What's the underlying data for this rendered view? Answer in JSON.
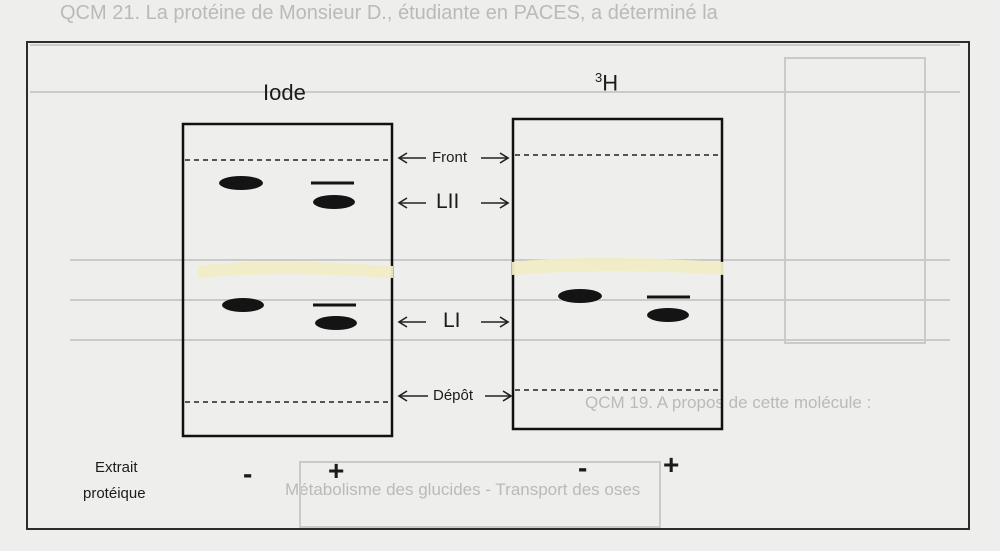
{
  "panels": {
    "left_title": "Iode",
    "right_title_sup": "3",
    "right_title": "H"
  },
  "markers": {
    "front": "Front",
    "lii": "LII",
    "li": "LI",
    "depot": "Dépôt"
  },
  "extract": {
    "line1": "Extrait",
    "line2": "protéique"
  },
  "signs": {
    "left_minus": "-",
    "left_plus": "+",
    "right_minus": "-",
    "right_plus": "+"
  },
  "background_text": {
    "top": "QCM 21. La protéine de Monsieur D., étudiante en PACES, a déterminé la",
    "q19": "QCM 19. A propos de cette molécule :",
    "bottom": "Métabolisme des glucides - Transport des oses"
  },
  "colors": {
    "paper": "#eeeeed",
    "ink": "#1b1b1b",
    "band": "#141414",
    "tape": "#f1ecc7",
    "ghost": "#b9bab9"
  }
}
